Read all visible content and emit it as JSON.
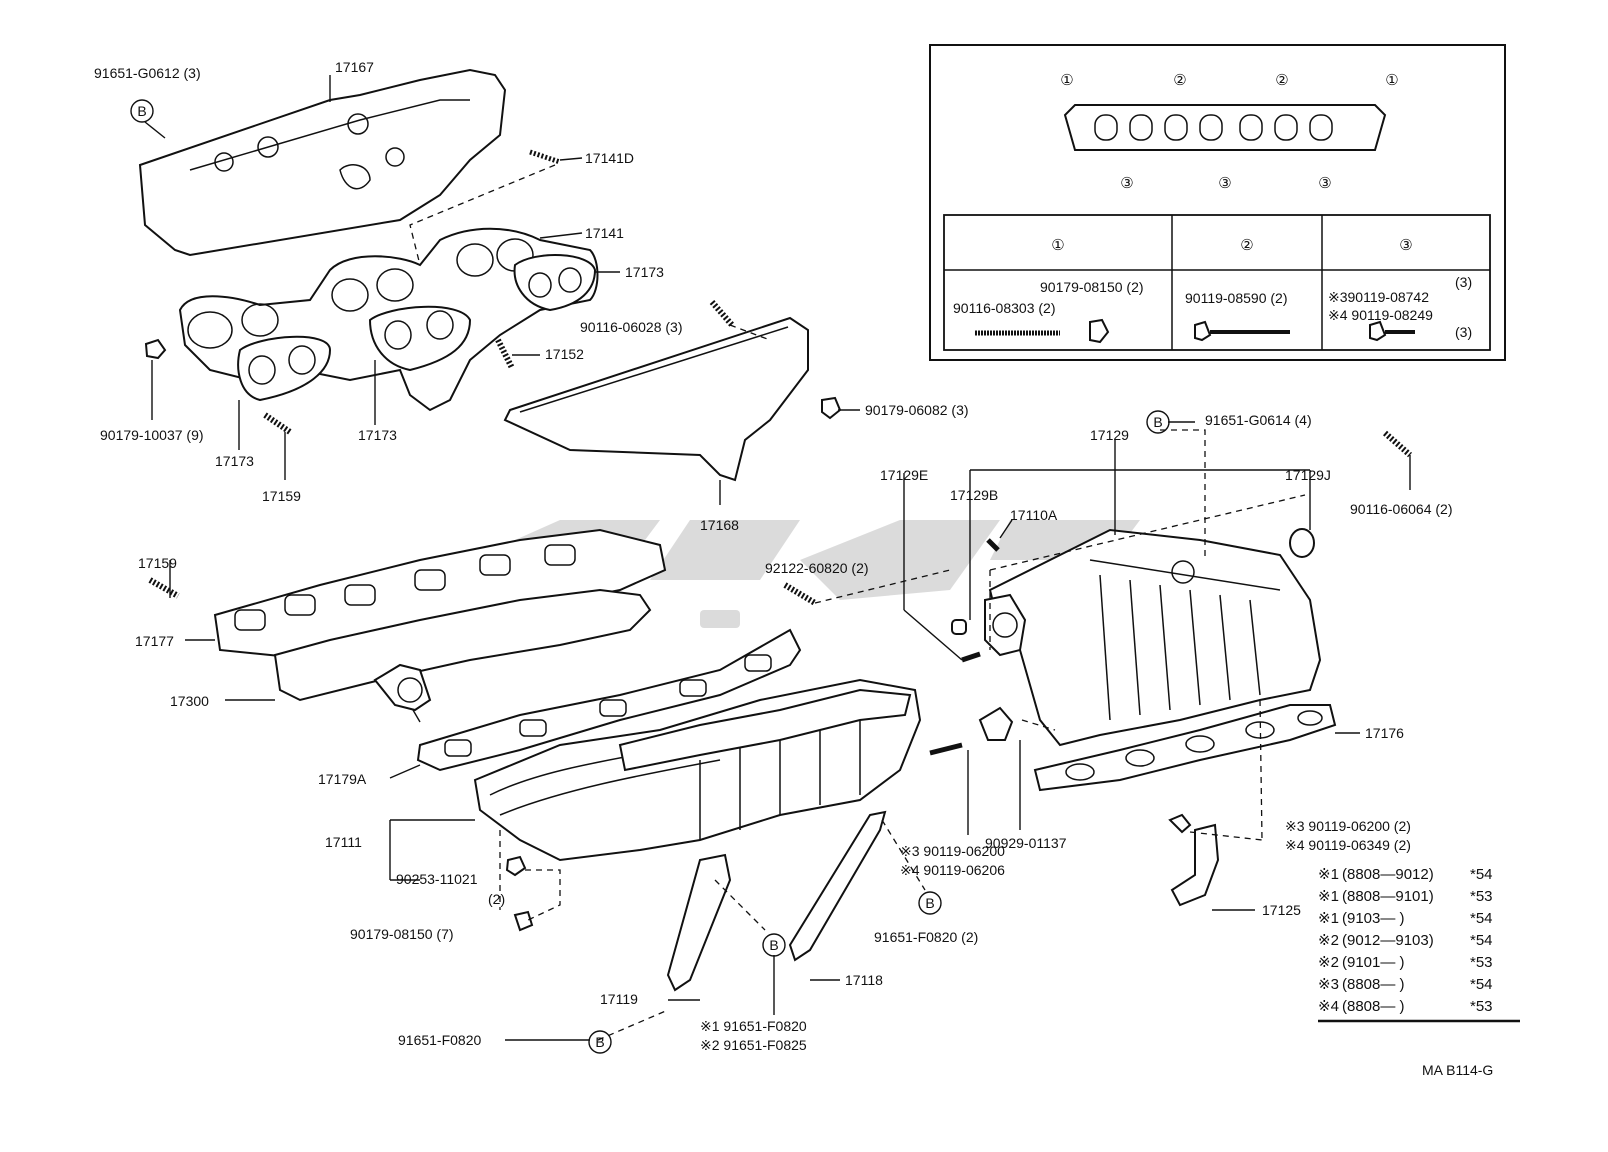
{
  "diagram_code": "MA B114-G",
  "labels": {
    "l_91651_G0612": "91651-G0612 (3)",
    "l_17167": "17167",
    "l_17141D": "17141D",
    "l_17141": "17141",
    "l_17173_a": "17173",
    "l_90116_06028": "90116-06028 (3)",
    "l_17152": "17152",
    "l_90179_10037": "90179-10037 (9)",
    "l_17173_b": "17173",
    "l_17173_c": "17173",
    "l_17159_a": "17159",
    "l_17168": "17168",
    "l_90179_06082": "90179-06082 (3)",
    "l_91651_G0614": "91651-G0614 (4)",
    "l_17129": "17129",
    "l_17129E": "17129E",
    "l_17129B": "17129B",
    "l_17129J": "17129J",
    "l_17110A": "17110A",
    "l_90116_06064": "90116-06064 (2)",
    "l_92122_60820": "92122-60820 (2)",
    "l_17159_b": "17159",
    "l_17177": "17177",
    "l_17300": "17300",
    "l_17176": "17176",
    "l_17179A": "17179A",
    "l_90929_01137": "90929-01137",
    "l_17111": "17111",
    "l_90253_11021": "90253-11021",
    "l_qty_2": "(2)",
    "l_n3_90119_06200": "※3 90119-06200",
    "l_n4_90119_06206": "※4 90119-06206",
    "l_90179_08150_7": "90179-08150 (7)",
    "l_91651_F0820_2": "91651-F0820 (2)",
    "l_17118": "17118",
    "l_17119": "17119",
    "l_91651_F0820": "91651-F0820",
    "l_n1_91651_F0820": "※1 91651-F0820",
    "l_n2_91651_F0825": "※2 91651-F0825",
    "l_n3_90119_06200_2": "※3 90119-06200 (2)",
    "l_n4_90119_06349_2": "※4 90119-06349 (2)",
    "l_17125": "17125"
  },
  "circle_b": "B",
  "inset": {
    "gasket_markers_top": [
      "①",
      "②",
      "②",
      "①"
    ],
    "gasket_markers_bottom": [
      "③",
      "③",
      "③"
    ],
    "table_headers": [
      "①",
      "②",
      "③"
    ],
    "col1_a": "90179-08150 (2)",
    "col1_b": "90116-08303 (2)",
    "col2_a": "90119-08590 (2)",
    "col3_qty_top": "(3)",
    "col3_a": "※390119-08742",
    "col3_b": "※4 90119-08249",
    "col3_qty_bottom": "(3)"
  },
  "applicability": [
    {
      "note": "※1",
      "range": "(8808—9012)",
      "code": "*54"
    },
    {
      "note": "※1",
      "range": "(8808—9101)",
      "code": "*53"
    },
    {
      "note": "※1",
      "range": "(9103—      )",
      "code": "*54"
    },
    {
      "note": "※2",
      "range": "(9012—9103)",
      "code": "*54"
    },
    {
      "note": "※2",
      "range": "(9101—      )",
      "code": "*53"
    },
    {
      "note": "※3",
      "range": "(8808—      )",
      "code": "*54"
    },
    {
      "note": "※4",
      "range": "(8808—      )",
      "code": "*53"
    }
  ]
}
